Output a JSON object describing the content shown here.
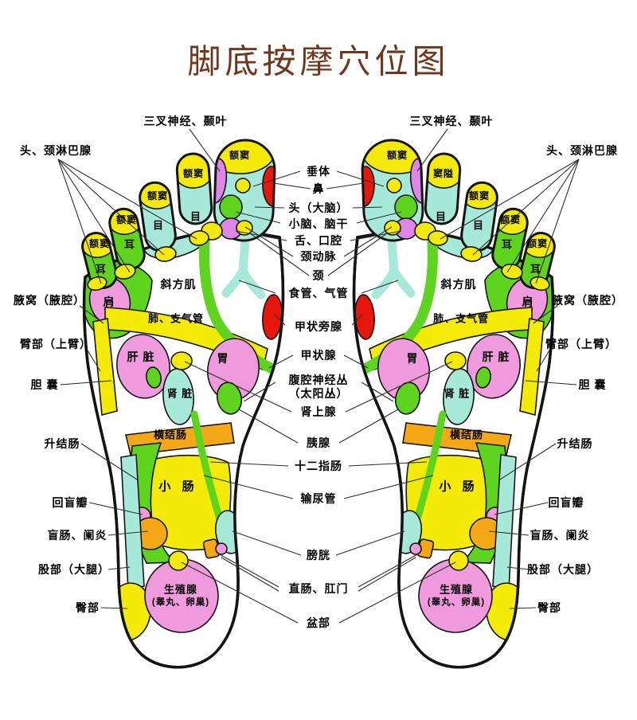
{
  "title": "脚底按摩穴位图",
  "palette": {
    "title_brown": "#70361b",
    "ink": "#141414",
    "line": "#2e2e2e",
    "yellow": "#f3ea07",
    "cyan": "#a7e9d9",
    "green": "#5ed41f",
    "pink": "#f09ade",
    "violet": "#df85e8",
    "orange": "#f4a816",
    "red": "#e7170b"
  },
  "top": {
    "trigeminal_left": "三叉神经、颞叶",
    "trigeminal_right": "三叉神经、颞叶"
  },
  "left_col": {
    "lymph": "头、颈淋巴腺",
    "axilla": "腋窝（腋腔）",
    "arm": "臂部（上臂）",
    "gallbladder": "胆 囊",
    "ascending": "升结肠",
    "ileocecal": "回盲瓣",
    "cecum": "盲肠、阑炎",
    "thigh": "股部（大腿）",
    "hip": "臀部"
  },
  "right_col": {
    "lymph": "头、颈淋巴腺",
    "axilla": "腋窝（腋腔）",
    "arm": "臂部（上臂）",
    "gallbladder": "胆 囊",
    "ascending": "升结肠",
    "ileocecal": "回盲瓣",
    "cecum": "盲肠、阑炎",
    "thigh": "股部（大腿）",
    "hip": "臀部"
  },
  "center": {
    "pituitary": "垂体",
    "nose": "鼻",
    "brain": "头（大脑）",
    "cerebellum": "小脑、脑干",
    "tongue": "舌、口腔",
    "carotid": "颈动脉",
    "neck": "颈",
    "esophagus": "食管、气管",
    "parathyroid": "甲状旁腺",
    "thyroid": "甲状腺",
    "celiac1": "腹腔神经丛",
    "celiac2": "（太阳丛）",
    "adrenal": "肾上腺",
    "pancreas": "胰腺",
    "duodenum": "十二指肠",
    "ureter": "输尿管",
    "bladder": "膀胱",
    "rectum": "直肠、肛门",
    "pelvis": "盆部"
  },
  "foot_left": {
    "sinus1": "额窦",
    "sinus2": "额窦",
    "sinus3": "额窦",
    "sinus4": "额窦",
    "sinus5": "额窦",
    "eye": "目",
    "ear": "耳",
    "trapezius": "斜方肌",
    "shoulder": "肩",
    "lung": "肺、支气管",
    "liver": "肝 脏",
    "stomach": "胃",
    "kidney": "肾 脏",
    "transverse": "横结肠",
    "small_intestine": "小 肠",
    "gonad1": "生殖腺",
    "gonad2": "(睾丸、卵巢)"
  },
  "foot_right": {
    "sinus1": "额窦",
    "sinus2": "窦隘",
    "sinus3": "额窦",
    "sinus4": "额窦",
    "sinus5": "额窦",
    "eye": "目",
    "ear": "耳",
    "trapezius": "斜方肌",
    "shoulder": "肩",
    "lung": "肺、支气管",
    "liver": "肝 脏",
    "stomach": "胃",
    "kidney": "肾 脏",
    "transverse": "横结肠",
    "small_intestine": "小 肠",
    "gonad1": "生殖腺",
    "gonad2": "(睾丸、卵巢)"
  }
}
